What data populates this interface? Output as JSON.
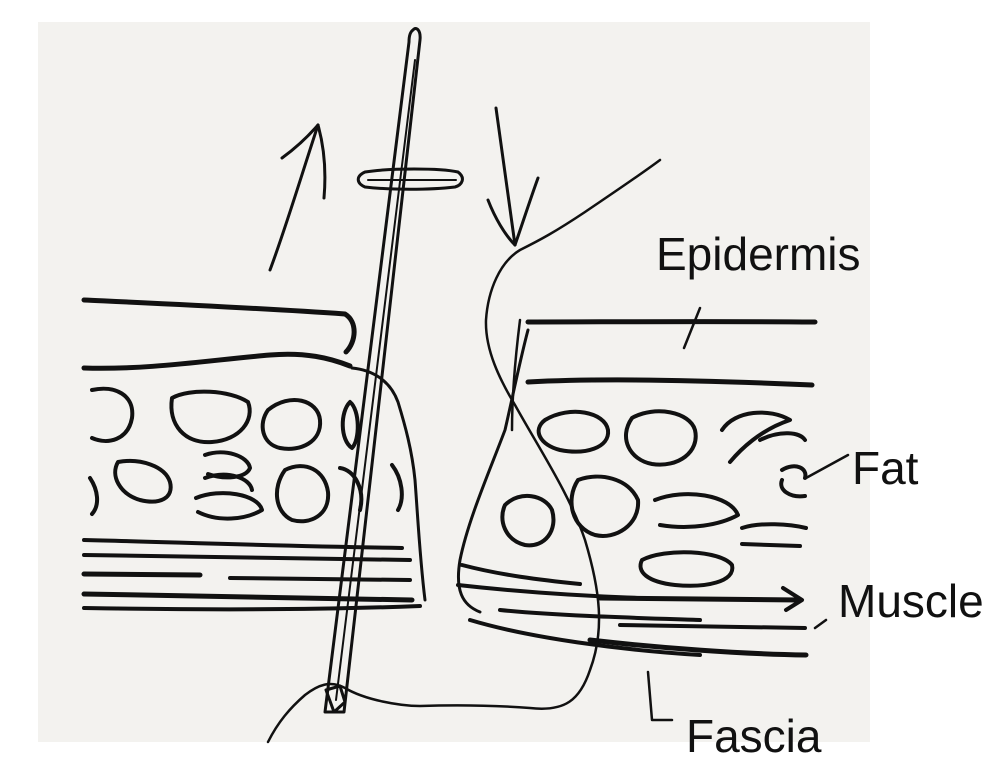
{
  "diagram": {
    "labels": {
      "epidermis": "Epidermis",
      "fat": "Fat",
      "muscle": "Muscle",
      "fascia": "Fascia"
    },
    "colors": {
      "canvas": "#f3f2ef",
      "ink": "#111111"
    }
  }
}
